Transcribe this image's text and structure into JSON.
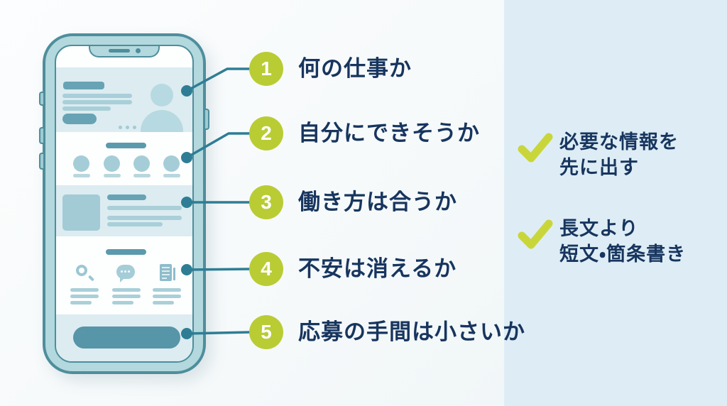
{
  "checklist": {
    "items": [
      {
        "number": "1",
        "label": "何の仕事か"
      },
      {
        "number": "2",
        "label": "自分にできそうか"
      },
      {
        "number": "3",
        "label": "働き方は合うか"
      },
      {
        "number": "4",
        "label": "不安は消えるか"
      },
      {
        "number": "5",
        "label": "応募の手間は小さいか"
      }
    ]
  },
  "tips": {
    "items": [
      {
        "line1": "必要な情報を",
        "line2": "先に出す"
      },
      {
        "line1": "長文より",
        "line2": "短文・箇条書き"
      }
    ]
  },
  "phone_mockup": {
    "icons": [
      "search-icon",
      "chat-bubble-icon",
      "document-icon",
      "person-avatar-icon"
    ]
  },
  "colors": {
    "badge_green": "#b9cc34",
    "check_green": "#c9d63a",
    "text_navy": "#17355e",
    "connector_teal": "#2e7d95",
    "phone_frame_teal": "#4e8e9c",
    "panel_blue": "#deedf5",
    "section_blue": "#dcecf1",
    "cta_teal": "#5795a8"
  }
}
